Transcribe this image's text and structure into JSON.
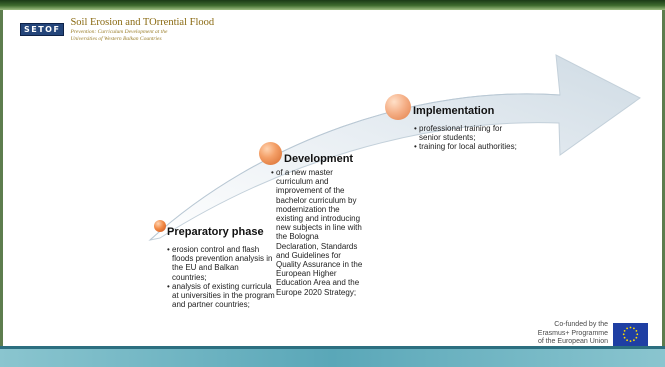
{
  "header": {
    "logo_box_text": "SETOF",
    "logo_title": "Soil Erosion and TOrrential Flood",
    "logo_subtitle_1": "Prevention: Curriculum Development at the",
    "logo_subtitle_2": "Universities of Western Balkan Countries"
  },
  "stages": [
    {
      "title": "Preparatory phase",
      "bullets": [
        "erosion control and flash floods prevention analysis in the EU and Balkan countries;",
        "analysis of existing curricula at universities in the program and partner countries;"
      ]
    },
    {
      "title": "Development",
      "bullets": [
        "of a new master curriculum and improvement of the bachelor curriculum by modernization the existing and introducing new subjects in line with the Bologna Declaration, Standards and Guidelines for Quality Assurance in the European Higher Education Area and the Europe 2020 Strategy;"
      ]
    },
    {
      "title": "Implementation",
      "bullets": [
        "professional training for senior students;",
        "training for local authorities;"
      ]
    }
  ],
  "footer": {
    "erasmus_line_1": "Co-funded by the",
    "erasmus_line_2": "Erasmus+ Programme",
    "erasmus_line_3": "of the European Union"
  },
  "colors": {
    "arrow": "#dde8f0",
    "header_band": "#3e6b2e",
    "footer_band": "#5aa7b8",
    "orb": "#f28a46"
  }
}
